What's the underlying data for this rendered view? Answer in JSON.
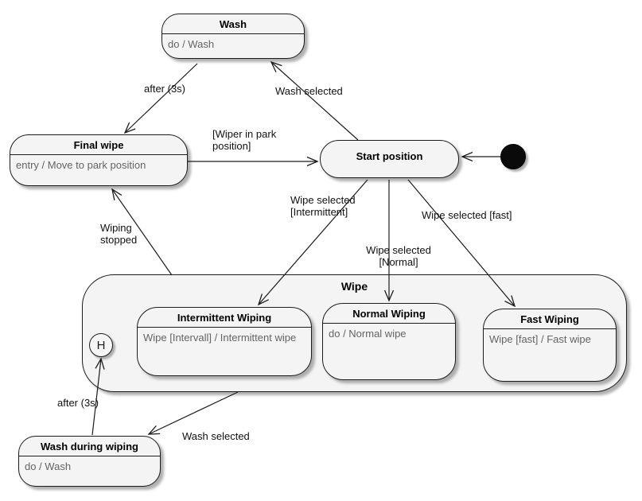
{
  "states": {
    "wash": {
      "name": "Wash",
      "body": "do / Wash"
    },
    "final_wipe": {
      "name": "Final wipe",
      "body": "entry / Move to park position"
    },
    "start_position": {
      "name": "Start position"
    },
    "wipe_composite": {
      "name": "Wipe"
    },
    "intermittent_wiping": {
      "name": "Intermittent Wiping",
      "body": "Wipe [Intervall] / Intermittent wipe"
    },
    "normal_wiping": {
      "name": "Normal Wiping",
      "body": "do / Normal wipe"
    },
    "fast_wiping": {
      "name": "Fast Wiping",
      "body": "Wipe [fast] / Fast wipe"
    },
    "wash_during_wiping": {
      "name": "Wash during wiping",
      "body": "do / Wash"
    },
    "history": {
      "label": "H"
    }
  },
  "transitions": {
    "after_3s_top": "after (3s)",
    "wash_selected_top": "Wash selected",
    "wiper_in_park": [
      "[Wiper in park",
      "position]"
    ],
    "wipe_selected_intermittent": [
      "Wipe selected",
      "[Intermittent]"
    ],
    "wipe_selected_normal": [
      "Wipe selected",
      "[Normal]"
    ],
    "wipe_selected_fast": "Wipe selected [fast]",
    "wiping_stopped": [
      "Wiping",
      "stopped"
    ],
    "after_3s_bottom": "after (3s)",
    "wash_selected_bottom": "Wash selected"
  },
  "colors": {
    "state_fill": "#f4f4f4",
    "border": "#1c1c1c",
    "body_text": "#646464",
    "shadow": "#969696",
    "background": "#ffffff"
  }
}
